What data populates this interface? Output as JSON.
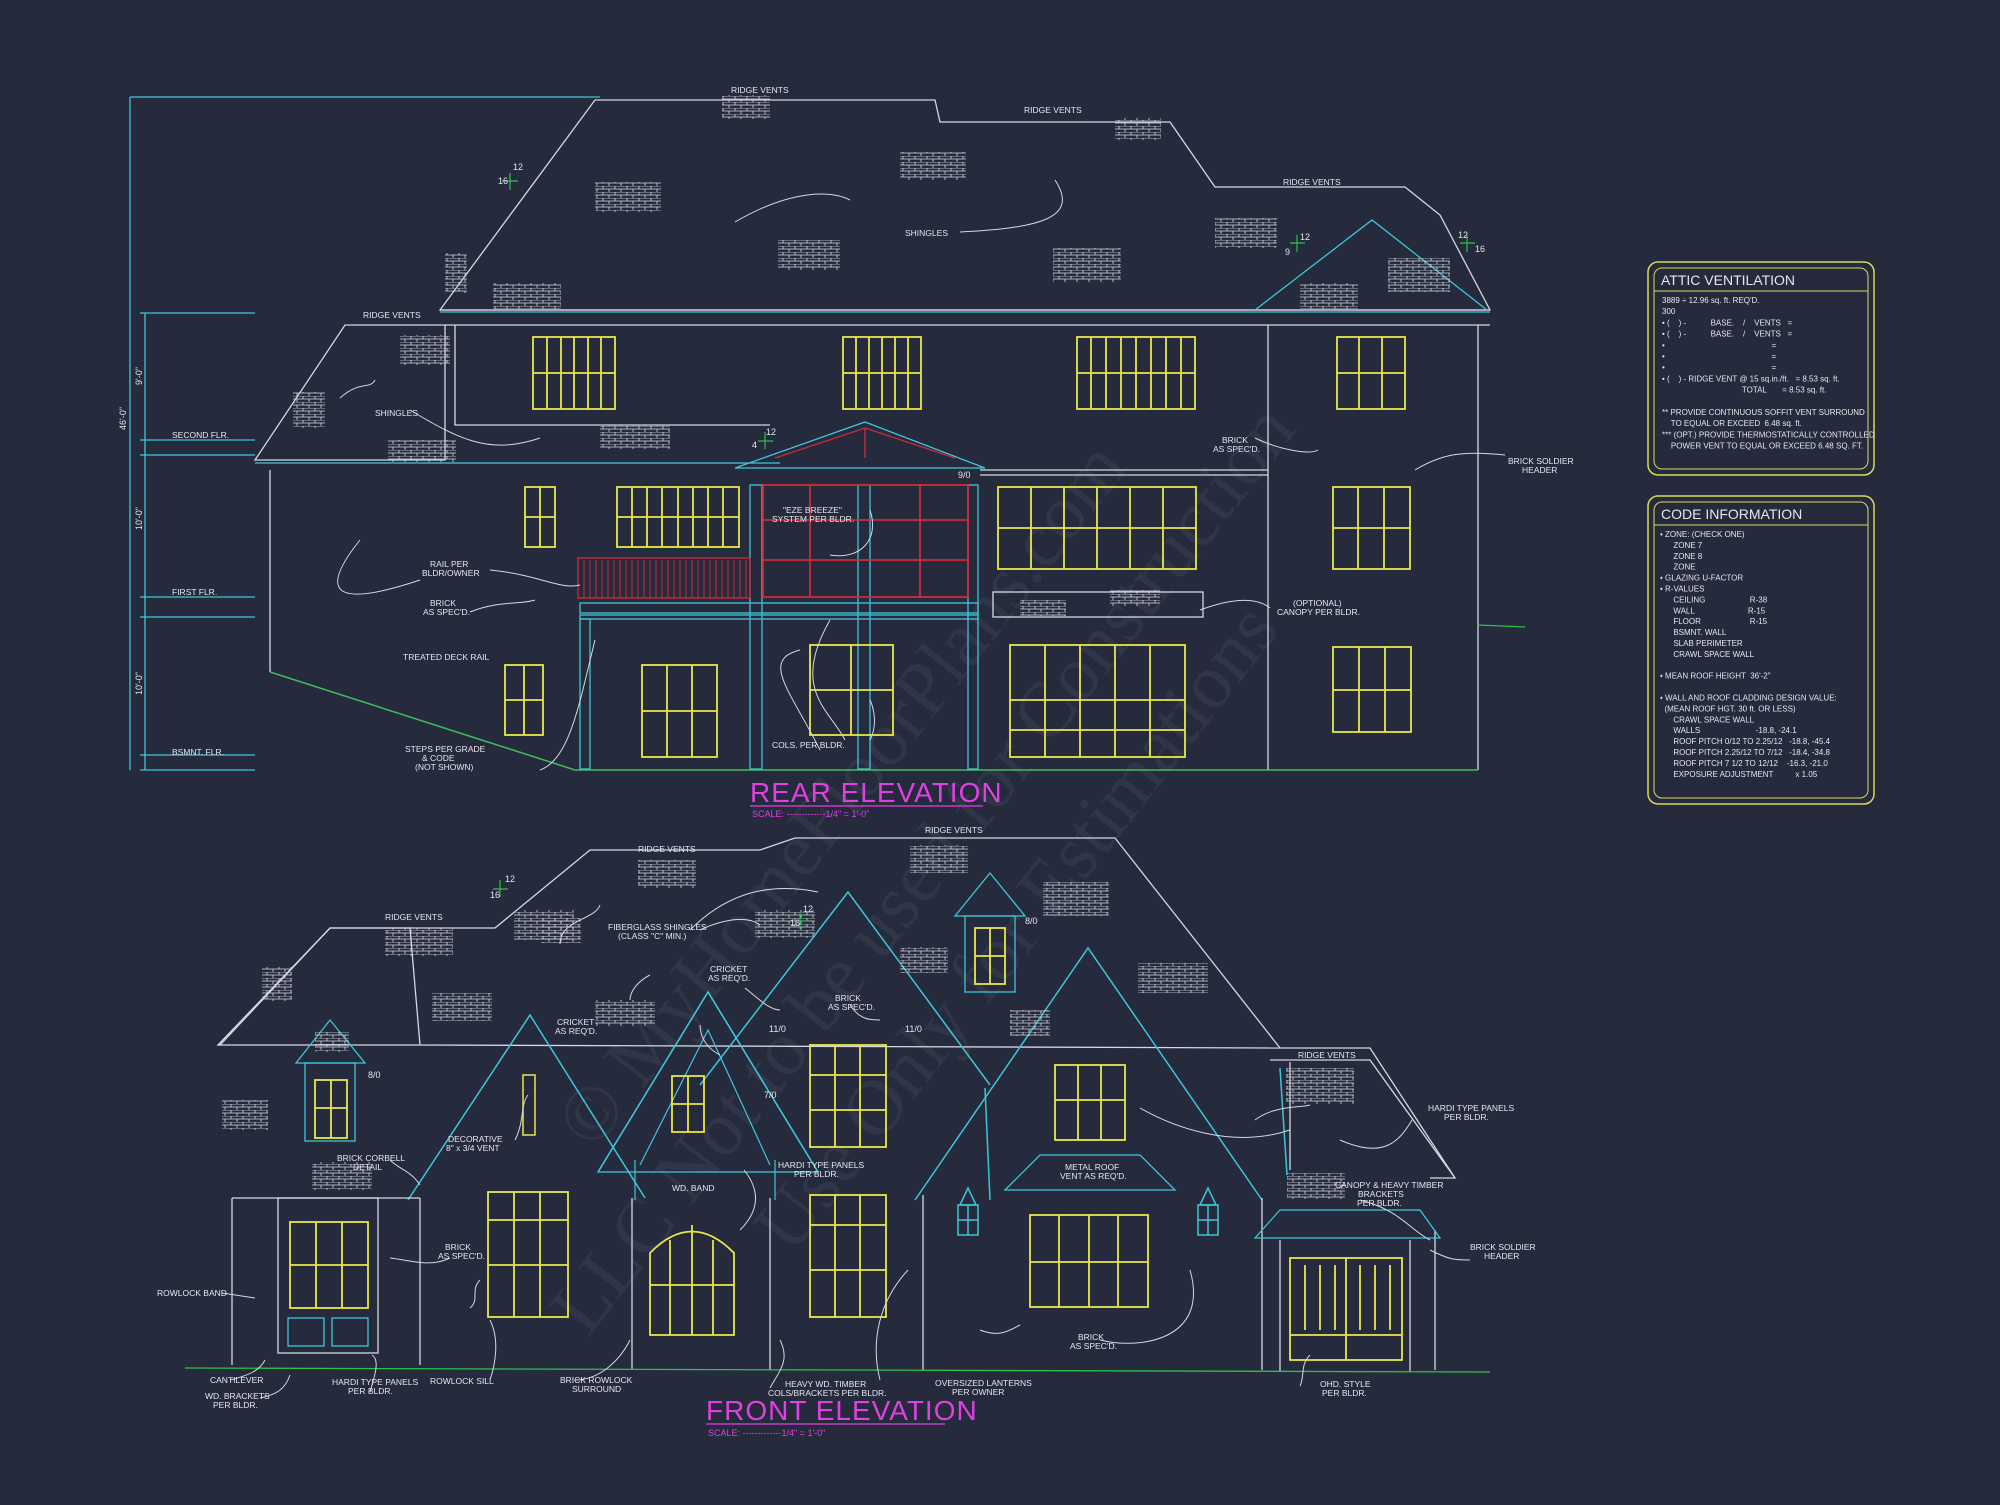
{
  "colors": {
    "background": "#252a3c",
    "outline": "#d6d8e2",
    "cyan": "#3ec6d8",
    "yellow": "#e8e84a",
    "magenta": "#e040e0",
    "red": "#d02a3a",
    "green": "#2cc04a",
    "panel_border": "#d9d95a"
  },
  "watermark": {
    "line1": "© MyHomeFloorPlans.com",
    "line2": "LLC Not to be used for Construction",
    "line3": "Use Only for Estimations"
  },
  "rear": {
    "title": "REAR ELEVATION",
    "scale": "SCALE: -------------1/4\" = 1'-0\"",
    "dims": {
      "total": "46'-0\"",
      "d1": "9'-0\"",
      "d2": "10'-0\"",
      "d3": "10'-0\"",
      "pitch_a": "12",
      "pitch_b": "16",
      "pitch_c": "12",
      "pitch_d": "9",
      "pitch_e": "12",
      "pitch_f": "16",
      "pitch_g": "12",
      "pitch_h": "4",
      "hdr_910": "9/0"
    },
    "levels": {
      "second": "SECOND FLR.",
      "first": "FIRST FLR.",
      "bsmt": "BSMNT. FLR."
    },
    "labels": {
      "ridge_vents_1": "RIDGE VENTS",
      "ridge_vents_2": "RIDGE VENTS",
      "ridge_vents_3": "RIDGE VENTS",
      "ridge_vents_4": "RIDGE VENTS",
      "shingles_1": "SHINGLES",
      "shingles_2": "SHINGLES",
      "brick_1": "BRICK",
      "brick_1b": "AS SPEC'D.",
      "brick_2": "BRICK",
      "brick_2b": "AS SPEC'D.",
      "soldier_1": "BRICK SOLDIER",
      "soldier_1b": "HEADER",
      "rail_1": "RAIL PER",
      "rail_1b": "BLDR/OWNER",
      "eze_1": "\"EZE BREEZE\"",
      "eze_1b": "SYSTEM PER BLDR.",
      "treated": "TREATED DECK RAIL",
      "canopy_1": "(OPTIONAL)",
      "canopy_1b": "CANOPY PER BLDR.",
      "steps_1": "STEPS PER GRADE",
      "steps_1b": "& CODE",
      "steps_1c": "(NOT SHOWN)",
      "cols": "COLS. PER BLDR."
    }
  },
  "front": {
    "title": "FRONT ELEVATION",
    "scale": "SCALE: -------------1/4\" = 1'-0\"",
    "dims": {
      "pitch_a": "12",
      "pitch_b": "16",
      "pitch_c": "12",
      "pitch_d": "16",
      "hdr_a": "8/0",
      "hdr_b": "8/0",
      "hdr_c": "11/0",
      "hdr_d": "11/0",
      "hdr_e": "7/0"
    },
    "labels": {
      "ridge_vents_1": "RIDGE VENTS",
      "ridge_vents_2": "RIDGE VENTS",
      "ridge_vents_3": "RIDGE VENTS",
      "ridge_vents_4": "RIDGE VENTS",
      "fiberglass_1": "FIBERGLASS SHINGLES",
      "fiberglass_1b": "(CLASS \"C\" MIN.)",
      "cricket_1": "CRICKET",
      "cricket_1b": "AS REQ'D.",
      "cricket_2": "CRICKET",
      "cricket_2b": "AS REQ'D.",
      "brick_1": "BRICK",
      "brick_1b": "AS SPEC'D.",
      "brick_2": "BRICK",
      "brick_2b": "AS SPEC'D.",
      "brick_3": "BRICK",
      "brick_3b": "AS SPEC'D.",
      "deco_1": "DECORATIVE",
      "deco_1b": "8\" x 3/4 VENT",
      "corbell_1": "BRICK CORBELL",
      "corbell_1b": "DETAIL",
      "hardi_1": "HARDI TYPE PANELS",
      "hardi_1b": "PER BLDR.",
      "hardi_2": "HARDI TYPE PANELS",
      "hardi_2b": "PER BLDR.",
      "hardi_3": "HARDI TYPE PANELS",
      "hardi_3b": "PER BLDR.",
      "wd_band": "WD. BAND",
      "metal_roof_1": "METAL ROOF",
      "metal_roof_1b": "VENT AS REQ'D.",
      "canopy_1": "CANOPY & HEAVY TIMBER",
      "canopy_1b": "BRACKETS",
      "canopy_1c": "PER BLDR.",
      "soldier_1": "BRICK SOLDIER",
      "soldier_1b": "HEADER",
      "rowlock_band": "ROWLOCK BAND",
      "cantilever": "CANTILEVER",
      "wd_brackets_1": "WD. BRACKETS",
      "wd_brackets_1b": "PER BLDR.",
      "rowlock_sill": "ROWLOCK SILL",
      "rowlock_surr_1": "BRICK ROWLOCK",
      "rowlock_surr_1b": "SURROUND",
      "heavy_1": "HEAVY WD. TIMBER",
      "heavy_1b": "COLS/BRACKETS PER BLDR.",
      "lanterns_1": "OVERSIZED LANTERNS",
      "lanterns_1b": "PER OWNER",
      "ohd_1": "OHD. STYLE",
      "ohd_1b": "PER BLDR."
    }
  },
  "attic": {
    "title": "ATTIC VENTILATION",
    "lines": [
      "3889 ÷ 12.96 sq. ft. REQ'D.",
      "300",
      "• (    ) -           BASE.    /    VENTS   =",
      "• (    ) -           BASE.    /    VENTS   =",
      "•                                                =",
      "•                                                =",
      "•                                                =",
      "• (    ) - RIDGE VENT @ 15 sq.in./ft.   = 8.53 sq. ft.",
      "                                    TOTAL       = 8.53 sq. ft.",
      "",
      "** PROVIDE CONTINUOUS SOFFIT VENT SURROUND",
      "    TO EQUAL OR EXCEED  6.48 sq. ft.",
      "*** (OPT.) PROVIDE THERMOSTATICALLY CONTROLLED",
      "    POWER VENT TO EQUAL OR EXCEED 6.48 SQ. FT."
    ]
  },
  "code": {
    "title": "CODE INFORMATION",
    "lines": [
      "• ZONE: (CHECK ONE)",
      "      ZONE 7",
      "      ZONE 8",
      "      ZONE",
      "• GLAZING U-FACTOR",
      "• R-VALUES",
      "      CEILING                    R-38",
      "      WALL                        R-15",
      "      FLOOR                      R-15",
      "      BSMNT. WALL",
      "      SLAB PERIMETER",
      "      CRAWL SPACE WALL",
      "",
      "• MEAN ROOF HEIGHT  36'-2\"",
      "",
      "• WALL AND ROOF CLADDING DESIGN VALUE:",
      "  (MEAN ROOF HGT. 30 ft. OR LESS)",
      "      CRAWL SPACE WALL",
      "      WALLS                         -18.8, -24.1",
      "      ROOF PITCH 0/12 TO 2.25/12   -18.8, -45.4",
      "      ROOF PITCH 2.25/12 TO 7/12   -18.4, -34.8",
      "      ROOF PITCH 7 1/2 TO 12/12    -16.3, -21.0",
      "      EXPOSURE ADJUSTMENT          x 1.05"
    ]
  }
}
